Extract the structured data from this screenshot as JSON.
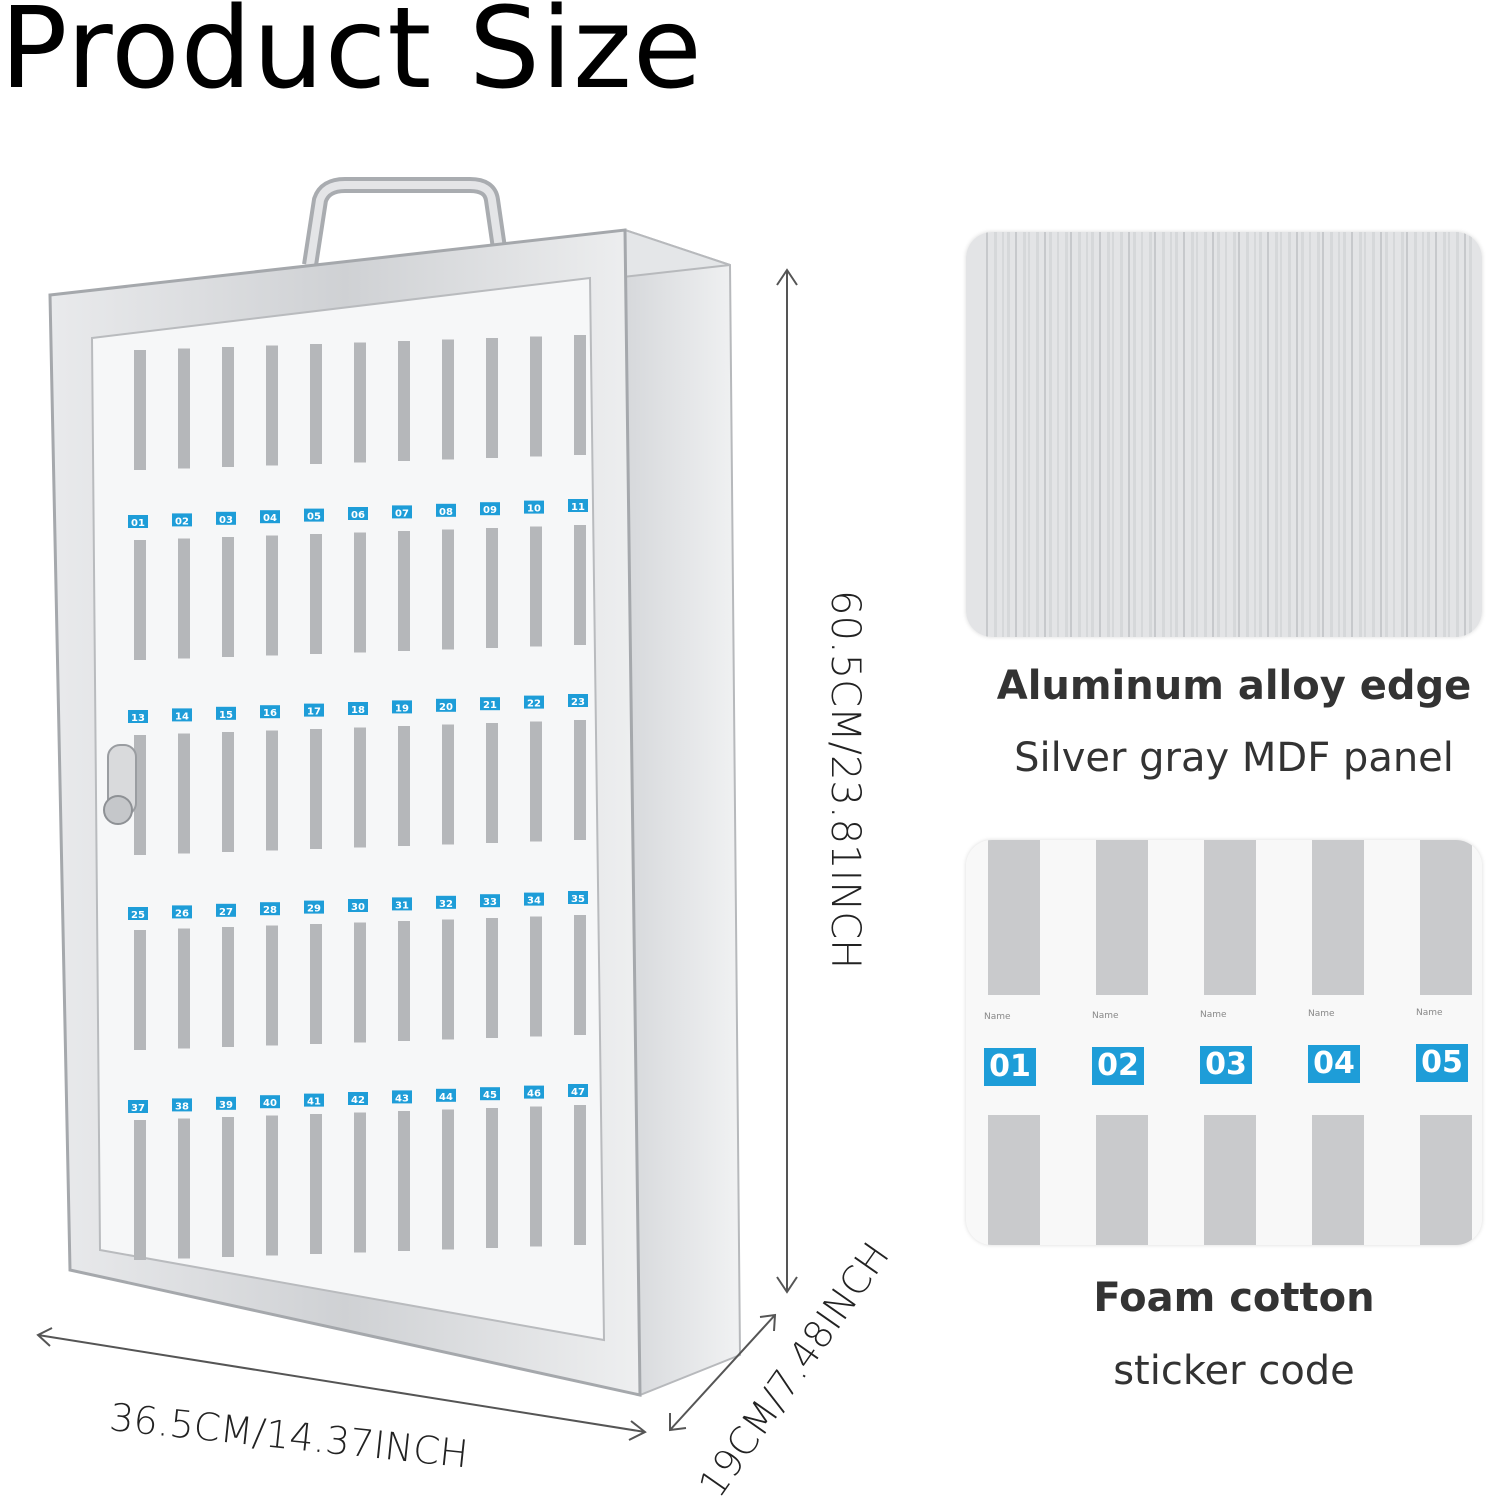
{
  "title": "Product Size",
  "dimensions": {
    "height": "60.5CM/23.81INCH",
    "width": "36.5CM/14.37INCH",
    "depth": "19CM/7.48INCH"
  },
  "features": [
    {
      "title": "Aluminum alloy edge",
      "subtitle": "Silver gray MDF panel"
    },
    {
      "title": "Foam cotton",
      "subtitle": "sticker code"
    }
  ],
  "slot_rows": [
    [
      "01",
      "02",
      "03",
      "04",
      "05",
      "06",
      "07",
      "08",
      "09",
      "10",
      "11"
    ],
    [
      "13",
      "14",
      "15",
      "16",
      "17",
      "18",
      "19",
      "20",
      "21",
      "22",
      "23"
    ],
    [
      "25",
      "26",
      "27",
      "28",
      "29",
      "30",
      "31",
      "32",
      "33",
      "34",
      "35"
    ],
    [
      "37",
      "38",
      "39",
      "40",
      "41",
      "42",
      "43",
      "44",
      "45",
      "46",
      "47"
    ]
  ],
  "closeup_stickers": [
    "01",
    "02",
    "03",
    "04",
    "05"
  ],
  "closeup_label": "Name",
  "colors": {
    "sticker": "#1e9dd8",
    "aluminum": "#c9cbce"
  }
}
